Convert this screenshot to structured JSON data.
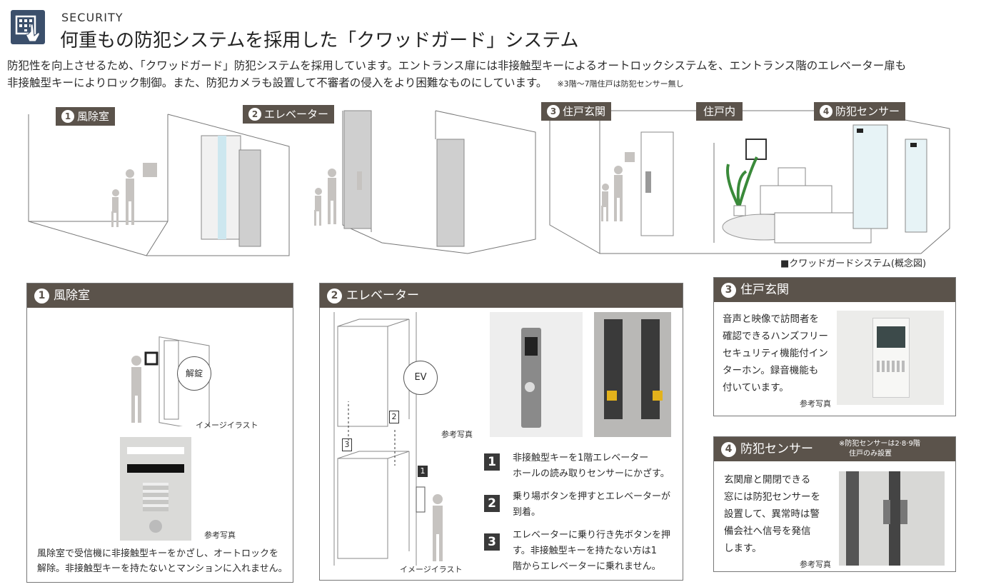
{
  "header": {
    "section": "SECURITY",
    "title": "何重もの防犯システムを採用した「クワッドガード」システム",
    "intro_line1": "防犯性を向上させるため、「クワッドガード」防犯システムを採用しています。エントランス扉には非接触型キーによるオートロックシステムを、エントランス階のエレベーター扉も",
    "intro_line2": "非接触型キーによりロック制御。また、防犯カメラも設置して不審者の侵入をより困難なものにしています。",
    "intro_note": "※3階〜7階住戸は防犯センサー無し"
  },
  "diagram": {
    "tags": [
      {
        "num": "1",
        "label": "風除室"
      },
      {
        "num": "2",
        "label": "エレベーター"
      },
      {
        "num": "3",
        "label": "住戸玄関"
      },
      {
        "num": "",
        "label": "住戸内"
      },
      {
        "num": "4",
        "label": "防犯センサー"
      }
    ],
    "caption": "■クワッドガードシステム(概念図)"
  },
  "panel1": {
    "num": "1",
    "title": "風除室",
    "unlock_label": "解錠",
    "illust_label": "イメージイラスト",
    "photo_label": "参考写真",
    "desc_line1": "風除室で受信機に非接触型キーをかざし、オートロックを",
    "desc_line2": "解除。非接触型キーを持たないとマンションに入れません。"
  },
  "panel2": {
    "num": "2",
    "title": "エレベーター",
    "ev_label": "EV",
    "illust_label": "イメージイラスト",
    "photo_label": "参考写真",
    "marker_1": "1",
    "marker_2": "2",
    "marker_3": "3",
    "steps": [
      {
        "num": "1",
        "line1": "非接触型キーを1階エレベーター",
        "line2": "ホールの読み取りセンサーにかざす。"
      },
      {
        "num": "2",
        "line1": "乗り場ボタンを押すとエレベーターが",
        "line2": "到着。"
      },
      {
        "num": "3",
        "line1": "エレベーターに乗り行き先ボタンを押",
        "line2": "す。非接触型キーを持たない方は1",
        "line3": "階からエレベーターに乗れません。"
      }
    ]
  },
  "panel3": {
    "num": "3",
    "title": "住戸玄関",
    "lines": [
      "音声と映像で訪問者を",
      "確認できるハンズフリー",
      "セキュリティ機能付イン",
      "ターホン。録音機能も",
      "付いています。"
    ],
    "photo_label": "参考写真"
  },
  "panel4": {
    "num": "4",
    "title": "防犯センサー",
    "note_line1": "※防犯センサーは2·8·9階",
    "note_line2": "住戸のみ設置",
    "lines": [
      "玄関扉と開閉できる",
      "窓には防犯センサーを",
      "設置して、異常時は警",
      "備会社へ信号を発信",
      "します。"
    ],
    "photo_label": "参考写真"
  },
  "colors": {
    "panel_header": "#5b534b",
    "icon_bg": "#3b4f6b",
    "step_box": "#3a3a3a"
  }
}
